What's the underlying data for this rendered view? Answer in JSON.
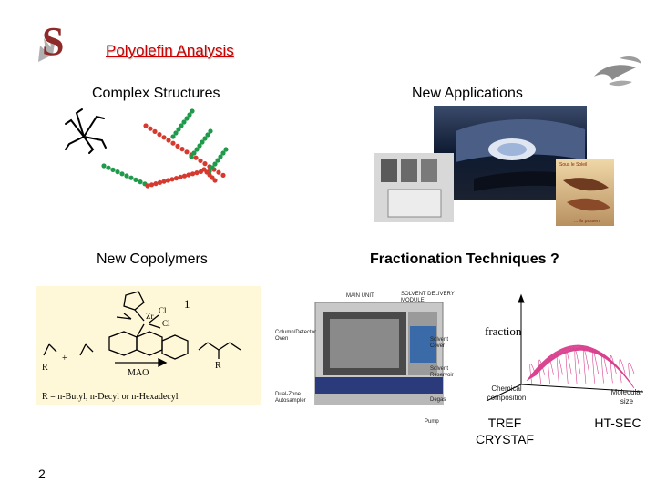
{
  "slide": {
    "title": "Polyolefin Analysis",
    "headings": {
      "complex_structures": "Complex Structures",
      "new_applications": "New Applications",
      "new_copolymers": "New Copolymers",
      "fractionation": "Fractionation Techniques ?"
    },
    "techniques": {
      "tref": "TREF",
      "crystaf": "CRYSTAF",
      "htsec": "HT-SEC"
    },
    "page_number": "2"
  },
  "chemistry": {
    "compound_number": "1",
    "metal": "Zr",
    "ligand_cl_top": "Cl",
    "ligand_cl_bottom": "Cl",
    "cocatalyst": "MAO",
    "r_left": "R",
    "r_right": "R",
    "plus_sign": "+",
    "r_definition": "R = n-Butyl, n-Decyl or n-Hexadecyl"
  },
  "instrument": {
    "solvent_delivery": "SOLVENT DELIVERY MODULE",
    "main_unit": "MAIN UNIT",
    "column_detector_oven": "Column/Detector Oven",
    "solvent_cover": "Solvent Cover",
    "solvent_reservoir": "Solvent Reservoir",
    "dual_zone": "Dual-Zone Autosampler",
    "degas": "Degas",
    "pump": "Pump"
  },
  "surface_plot": {
    "z_label": "fraction",
    "x_label": "Chemical composition",
    "y_label": "Molecular size"
  },
  "photo": {
    "brochure_top": "Sous le Soleil",
    "brochure_bottom": "... ils passent"
  },
  "colors": {
    "title": "#cc0000",
    "monomer_red": "#d63a2f",
    "monomer_green": "#1f9a4a",
    "surface": "#d9428f"
  }
}
